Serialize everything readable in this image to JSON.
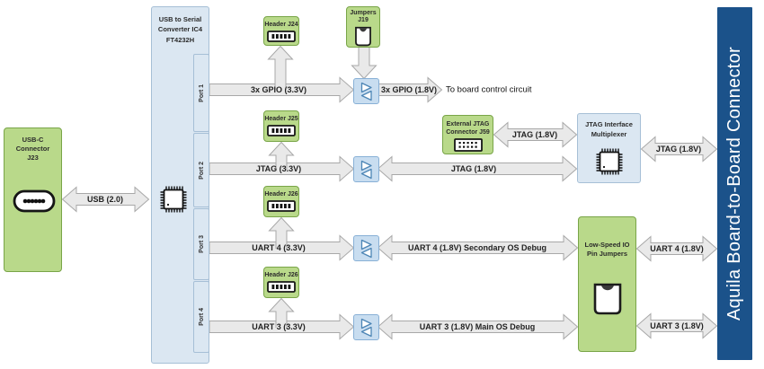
{
  "blocks": {
    "usb_c_connector": {
      "label": "USB-C\nConnector\nJ23"
    },
    "converter": {
      "label": "USB to Serial\nConverter IC4\nFT4232H",
      "ports": [
        "Port 1",
        "Port 2",
        "Port 3",
        "Port 4"
      ]
    },
    "header_j24": {
      "label": "Header J24"
    },
    "jumpers_j19": {
      "label": "Jumpers\nJ19"
    },
    "header_j25": {
      "label": "Header J25"
    },
    "external_jtag_j59": {
      "label": "External JTAG\nConnector J59"
    },
    "header_j26_uart4": {
      "label": "Header J26"
    },
    "header_j26_uart3": {
      "label": "Header J26"
    },
    "jtag_mux": {
      "label": "JTAG Interface\nMultiplexer"
    },
    "low_speed_io": {
      "label": "Low-Speed IO\nPin Jumpers"
    },
    "aquila": {
      "label": "Aquila Board-to-Board Connector"
    }
  },
  "arrows": {
    "usb": "USB (2.0)",
    "gpio_3v3": "3x GPIO (3.3V)",
    "gpio_1v8": "3x GPIO (1.8V)",
    "board_control_note": "To board control circuit",
    "jtag_3v3": "JTAG (3.3V)",
    "jtag_1v8_shifter_mux": "JTAG (1.8V)",
    "jtag_1v8_ext": "JTAG (1.8V)",
    "jtag_1v8_board": "JTAG (1.8V)",
    "uart4_3v3": "UART 4 (3.3V)",
    "uart4_1v8_debug": "UART 4 (1.8V) Secondary OS Debug",
    "uart4_1v8_board": "UART 4 (1.8V)",
    "uart3_3v3": "UART 3 (3.3V)",
    "uart3_1v8_debug": "UART 3 (1.8V) Main OS Debug",
    "uart3_1v8_board": "UART 3 (1.8V)"
  },
  "colors": {
    "green_fill": "#b9d98a",
    "green_border": "#79a548",
    "blue_fill": "#dbe7f2",
    "blue_border": "#a6bfd6",
    "shifter_fill": "#c8ddf0",
    "shifter_border": "#88b0d6",
    "arrow_fill": "#e9e9e9",
    "arrow_border": "#a8a8a8",
    "connector_bar": "#1b528a"
  }
}
